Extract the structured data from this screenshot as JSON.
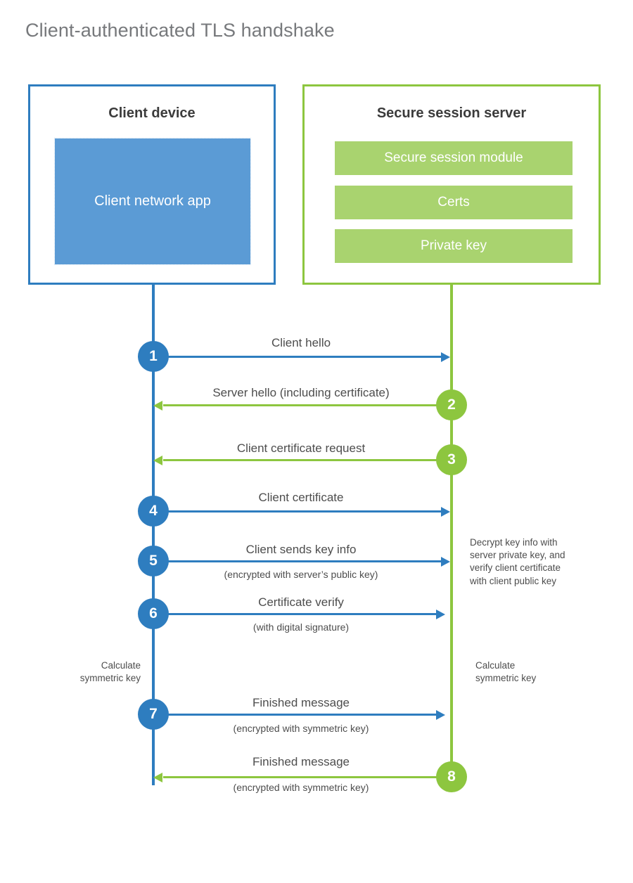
{
  "title": "Client-authenticated TLS handshake",
  "colors": {
    "client_blue": "#2e7dbf",
    "server_green": "#8dc63f",
    "client_app_fill": "#5b9bd5",
    "server_bar_fill": "#a9d36f",
    "title_gray": "#77797c",
    "text_gray": "#4d4d4d"
  },
  "client": {
    "title": "Client device",
    "app_line1": "Client network",
    "app_line2": "app"
  },
  "server": {
    "title": "Secure session server",
    "modules": [
      {
        "label": "Secure session module"
      },
      {
        "label": "Certs"
      },
      {
        "label": "Private key"
      }
    ]
  },
  "notes": {
    "client_calculate_line1": "Calculate",
    "client_calculate_line2": "symmetric key",
    "server_calculate_line1": "Calculate",
    "server_calculate_line2": "symmetric key",
    "server_decrypt_line1": "Decrypt key info with",
    "server_decrypt_line2": "server private key, and",
    "server_decrypt_line3": "verify client certificate",
    "server_decrypt_line4": "with client public key"
  },
  "steps": [
    {
      "number": "1",
      "label": "Client hello",
      "sublabel": "",
      "direction": "client-to-server",
      "color": "#2e7dbf"
    },
    {
      "number": "2",
      "label": "Server hello (including certificate)",
      "sublabel": "",
      "direction": "server-to-client",
      "color": "#8dc63f"
    },
    {
      "number": "3",
      "label": "Client certificate request",
      "sublabel": "",
      "direction": "server-to-client",
      "color": "#8dc63f"
    },
    {
      "number": "4",
      "label": "Client certificate",
      "sublabel": "",
      "direction": "client-to-server",
      "color": "#2e7dbf"
    },
    {
      "number": "5",
      "label": "Client sends key info",
      "sublabel": "(encrypted with server’s public key)",
      "direction": "client-to-server",
      "color": "#2e7dbf"
    },
    {
      "number": "6",
      "label": "Certificate verify",
      "sublabel": "(with digital signature)",
      "direction": "client-to-server",
      "color": "#2e7dbf"
    },
    {
      "number": "7",
      "label": "Finished message",
      "sublabel": "(encrypted with symmetric key)",
      "direction": "client-to-server",
      "color": "#2e7dbf"
    },
    {
      "number": "8",
      "label": "Finished message",
      "sublabel": "(encrypted with symmetric key)",
      "direction": "server-to-client",
      "color": "#8dc63f"
    }
  ]
}
